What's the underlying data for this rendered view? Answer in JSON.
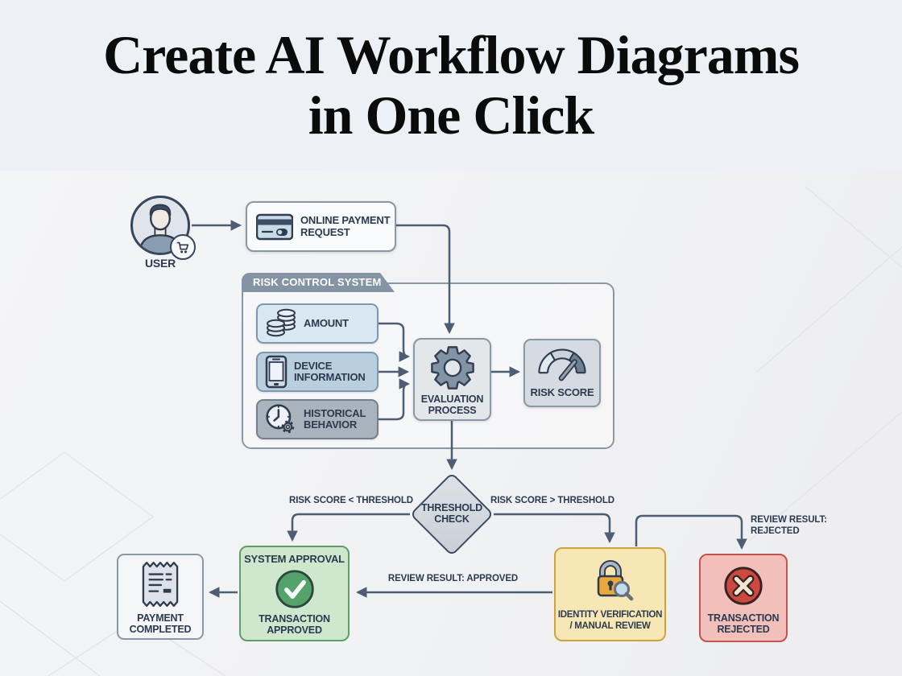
{
  "title": {
    "lines": [
      "Create AI Workflow Diagrams",
      "in One Click"
    ]
  },
  "colors": {
    "header_bg": "#edf1f6",
    "canvas_bg": "#f1f2f4",
    "ink": "#2b3a50",
    "connector_line": "#4d5d73",
    "container_border": "#8a97a5",
    "tab_bg": "#8594a4",
    "amount_bg": "#d9e7f2",
    "device_bg": "#b9cfdf",
    "historical_bg": "#a9b3bd",
    "approve_bg": "#cfe7cc",
    "approve_border": "#5f9e6b",
    "approve_icon": "#54a36b",
    "review_bg": "#f7e7b4",
    "review_border": "#d0a23f",
    "lock_gold": "#e9a83d",
    "reject_bg": "#f2bfba",
    "reject_border": "#c4544c",
    "reject_icon": "#cb4940"
  },
  "icons": {
    "user": "person-avatar-icon",
    "user_badge": "shopping-cart-icon",
    "online_payment_request": "credit-card-icon",
    "amount": "coin-stack-icon",
    "device_information": "smartphone-icon",
    "historical_behavior": "clock-gear-icon",
    "evaluation_process": "gear-icon",
    "risk_score": "gauge-icon",
    "system_approval": "check-circle-icon",
    "payment_completed": "receipt-icon",
    "identity_verification": "padlock-magnifier-icon",
    "transaction_rejected": "x-circle-icon"
  },
  "diagram": {
    "container": {
      "label": "RISK CONTROL SYSTEM"
    },
    "nodes": {
      "user": {
        "label": "USER"
      },
      "online_payment_request": {
        "lines": [
          "ONLINE PAYMENT",
          "REQUEST"
        ]
      },
      "amount": {
        "label": "AMOUNT"
      },
      "device_information": {
        "lines": [
          "DEVICE",
          "INFORMATION"
        ]
      },
      "historical_behavior": {
        "lines": [
          "HISTORICAL",
          "BEHAVIOR"
        ]
      },
      "evaluation_process": {
        "lines": [
          "EVALUATION",
          "PROCESS"
        ]
      },
      "risk_score": {
        "label": "RISK SCORE"
      },
      "threshold_check": {
        "lines": [
          "THRESHOLD",
          "CHECK"
        ]
      },
      "system_approval": {
        "title": "SYSTEM APPROVAL",
        "lines": [
          "TRANSACTION",
          "APPROVED"
        ]
      },
      "payment_completed": {
        "lines": [
          "PAYMENT",
          "COMPLETED"
        ]
      },
      "identity_verification": {
        "lines": [
          "IDENTITY VERIFICATION",
          "/ MANUAL REVIEW"
        ]
      },
      "transaction_rejected": {
        "lines": [
          "TRANSACTION",
          "REJECTED"
        ]
      }
    },
    "edge_labels": {
      "below_threshold": "RISK SCORE < THRESHOLD",
      "above_threshold": "RISK SCORE > THRESHOLD",
      "review_approved": "REVIEW RESULT: APPROVED",
      "review_rejected": {
        "lines": [
          "REVIEW RESULT:",
          "REJECTED"
        ]
      }
    }
  }
}
